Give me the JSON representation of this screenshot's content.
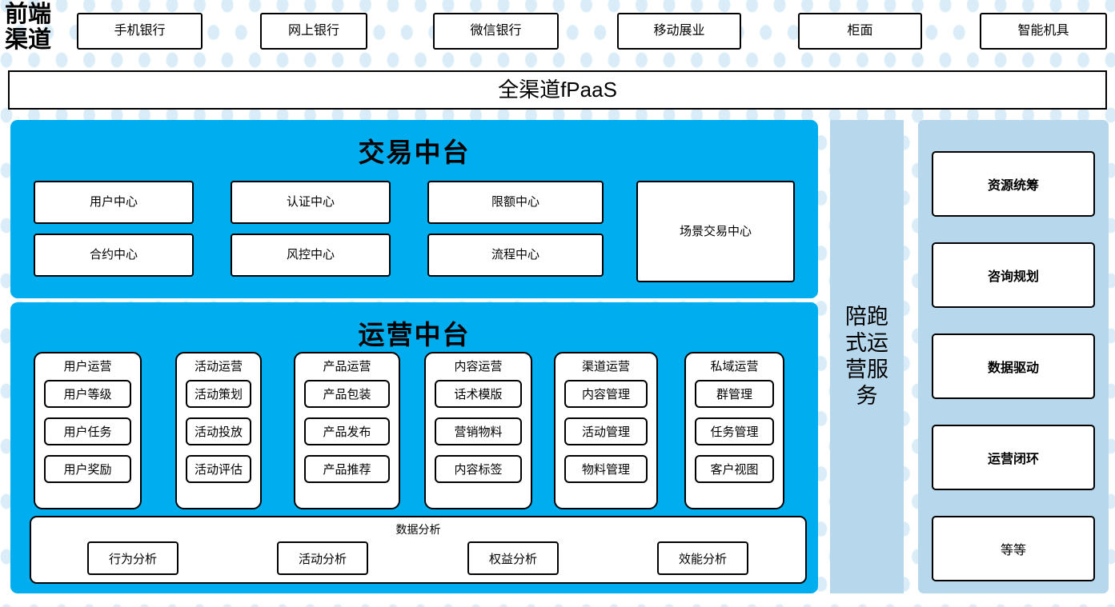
{
  "theme": {
    "cyan": "#00AEEF",
    "light_blue": "#B7D7EC",
    "dot_blue": "#D9ECF7",
    "box_border": "#000000",
    "box_fill": "#FFFFFF"
  },
  "front_channel": {
    "label": "前端渠道",
    "channels": [
      {
        "label": "手机银行"
      },
      {
        "label": "网上银行"
      },
      {
        "label": "微信银行"
      },
      {
        "label": "移动展业"
      },
      {
        "label": "柜面"
      },
      {
        "label": "智能机具"
      }
    ]
  },
  "fpaas": {
    "label": "全渠道fPaaS"
  },
  "transaction_platform": {
    "title": "交易中台",
    "boxes": [
      {
        "label": "用户中心"
      },
      {
        "label": "认证中心"
      },
      {
        "label": "限额中心"
      },
      {
        "label": "合约中心"
      },
      {
        "label": "风控中心"
      },
      {
        "label": "流程中心"
      },
      {
        "label": "场景交易中心"
      }
    ]
  },
  "operation_platform": {
    "title": "运营中台",
    "columns": [
      {
        "title": "用户运营",
        "items": [
          "用户等级",
          "用户任务",
          "用户奖励"
        ]
      },
      {
        "title": "活动运营",
        "items": [
          "活动策划",
          "活动投放",
          "活动评估"
        ]
      },
      {
        "title": "产品运营",
        "items": [
          "产品包装",
          "产品发布",
          "产品推荐"
        ]
      },
      {
        "title": "内容运营",
        "items": [
          "话术模版",
          "营销物料",
          "内容标签"
        ]
      },
      {
        "title": "渠道运营",
        "items": [
          "内容管理",
          "活动管理",
          "物料管理"
        ]
      },
      {
        "title": "私域运营",
        "items": [
          "群管理",
          "任务管理",
          "客户视图"
        ]
      }
    ],
    "data_analysis": {
      "title": "数据分析",
      "items": [
        "行为分析",
        "活动分析",
        "权益分析",
        "效能分析"
      ]
    }
  },
  "companion_service": {
    "label": "陪跑式运营服务"
  },
  "service_panel": {
    "items": [
      {
        "label": "资源统筹",
        "bold": true
      },
      {
        "label": "咨询规划",
        "bold": true
      },
      {
        "label": "数据驱动",
        "bold": true
      },
      {
        "label": "运营闭环",
        "bold": true
      },
      {
        "label": "等等",
        "bold": false
      }
    ]
  }
}
